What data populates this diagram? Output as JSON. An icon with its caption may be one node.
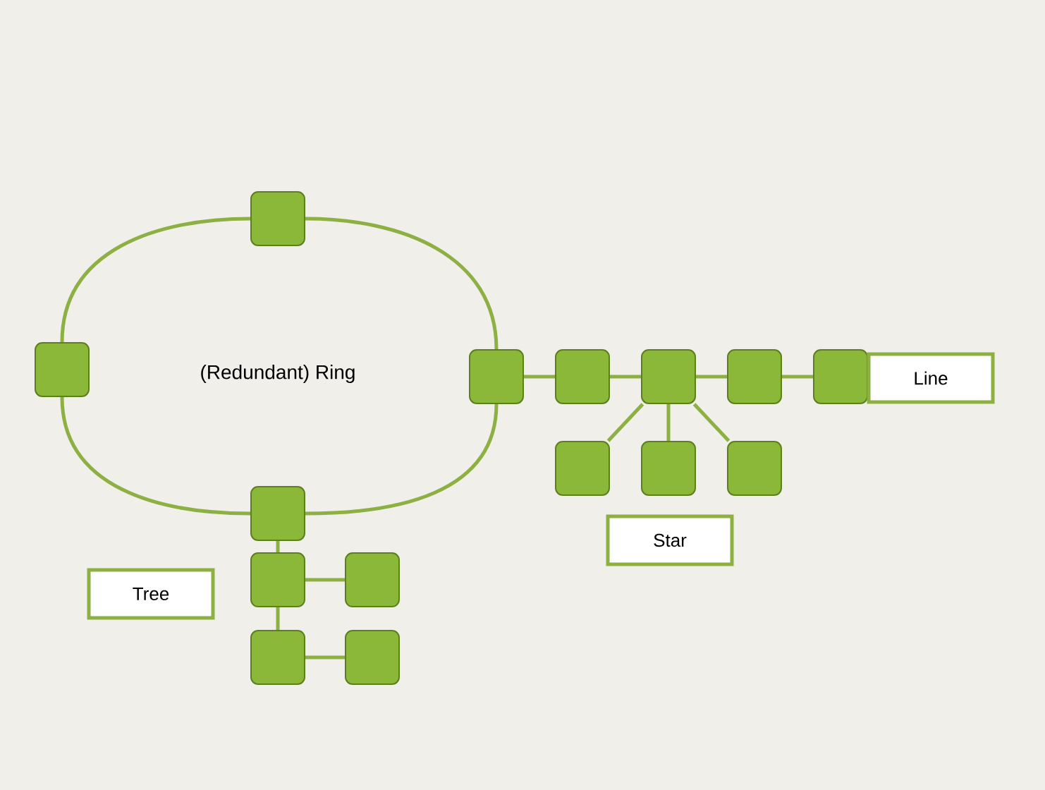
{
  "diagram": {
    "nodes": [
      {
        "text": [],
        "shape": "box"
      },
      {
        "text": [],
        "shape": "box"
      },
      {
        "text": [],
        "shape": "box"
      },
      {
        "text": [],
        "shape": "box"
      },
      {
        "text": [],
        "shape": "box"
      },
      {
        "text": [],
        "shape": "box"
      },
      {
        "text": [],
        "shape": "box"
      },
      {
        "text": [
          "Line"
        ]
      },
      {
        "text": [],
        "shape": "box"
      },
      {
        "text": [],
        "shape": "box"
      },
      {
        "text": [],
        "shape": "box"
      },
      {
        "text": [],
        "shape": "box"
      },
      {
        "text": [
          "Star"
        ]
      },
      {
        "text": [
          "Tree"
        ]
      },
      {
        "text": [],
        "shape": "box"
      },
      {
        "text": [],
        "shape": "box"
      },
      {
        "text": [],
        "shape": "box"
      },
      {
        "text": [],
        "shape": "box"
      }
    ],
    "edges": [
      {
        "from": 0,
        "to": 1,
        "arrow": "none"
      },
      {
        "from": 1,
        "to": 11,
        "arrow": "none"
      },
      {
        "from": 11,
        "to": 2,
        "arrow": "none"
      },
      {
        "from": 2,
        "to": 0,
        "arrow": "none"
      },
      {
        "from": 2,
        "to": 3,
        "arrow": "none"
      },
      {
        "from": 3,
        "to": 4,
        "arrow": "none"
      },
      {
        "from": 4,
        "to": 5,
        "arrow": "none"
      },
      {
        "from": 5,
        "to": 6,
        "arrow": "none"
      },
      {
        "from": 4,
        "to": 8,
        "arrow": "none"
      },
      {
        "from": 4,
        "to": 9,
        "arrow": "none"
      },
      {
        "from": 4,
        "to": 10,
        "arrow": "none"
      },
      {
        "from": 11,
        "to": 14,
        "arrow": "none"
      },
      {
        "from": 14,
        "to": 15,
        "arrow": "none"
      },
      {
        "from": 14,
        "to": 16,
        "arrow": "none"
      },
      {
        "from": 16,
        "to": 17,
        "arrow": "none"
      }
    ],
    "labels": [
      "(Redundant) Ring"
    ]
  }
}
